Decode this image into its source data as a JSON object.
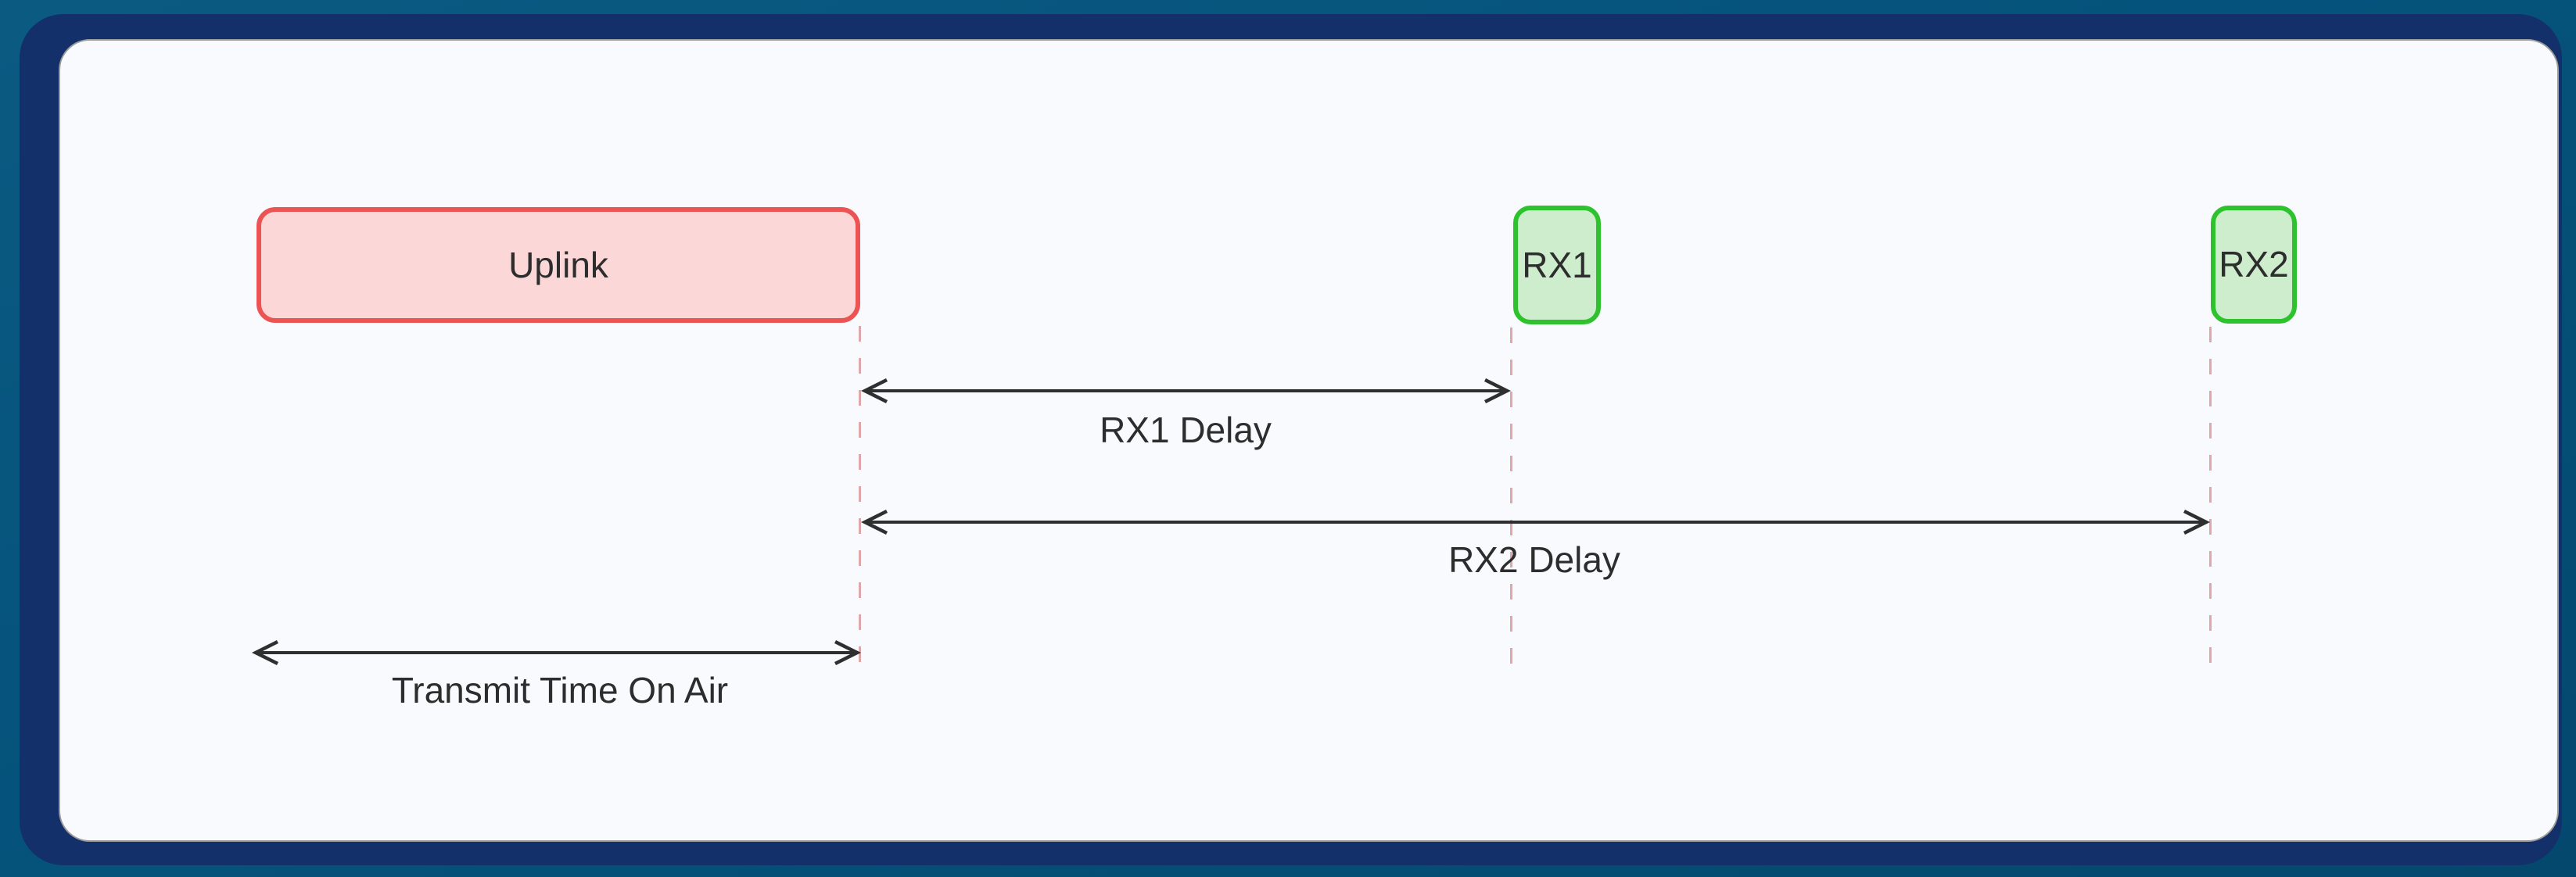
{
  "diagram": {
    "type": "timing-diagram",
    "nodes": {
      "uplink": {
        "label": "Uplink",
        "style": "red"
      },
      "rx1": {
        "label": "RX1",
        "style": "green"
      },
      "rx2": {
        "label": "RX2",
        "style": "green"
      }
    },
    "measurements": {
      "rx1_delay": {
        "label": "RX1 Delay",
        "from": "end of Uplink",
        "to": "start of RX1"
      },
      "rx2_delay": {
        "label": "RX2 Delay",
        "from": "end of Uplink",
        "to": "start of RX2"
      },
      "time_on_air": {
        "label": "Transmit Time On Air",
        "from": "start of Uplink",
        "to": "end of Uplink"
      }
    },
    "colors": {
      "background": "#05537c",
      "frame": "#14306b",
      "panel": "#f8fafd",
      "panel_border": "#9b9b9b",
      "uplink_fill": "#fbd7d7",
      "uplink_border": "#ec5353",
      "rx_fill": "#cdedcd",
      "rx_border": "#2ec32e",
      "dashed_line": "#dfa7a9",
      "arrow": "#2f2f2f",
      "text": "#2d2d2d"
    }
  }
}
